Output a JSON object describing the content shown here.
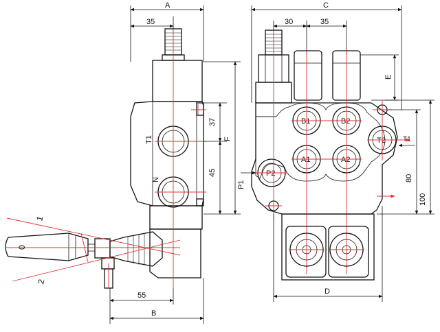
{
  "side_view": {
    "dimensions": {
      "A": "A",
      "A_35": "35",
      "F": "F",
      "d37": "37",
      "d45": "45",
      "d55": "55",
      "B": "B"
    },
    "ports": {
      "T1": "T1",
      "N": "N"
    },
    "lever": {
      "pos_0": "0",
      "pos_1": "1",
      "pos_2": "2"
    }
  },
  "front_view": {
    "dimensions": {
      "C": "C",
      "d30": "30",
      "d35": "35",
      "E": "E",
      "d80": "80",
      "d100": "100",
      "D": "D"
    },
    "ports": {
      "B1": "B1",
      "B2": "B2",
      "A1": "A1",
      "A2": "A2",
      "T2": "T2",
      "P2": "P2",
      "P1": "P1",
      "T1": "T1"
    }
  },
  "colors": {
    "outline": "#111111",
    "centerline": "#e23030"
  }
}
